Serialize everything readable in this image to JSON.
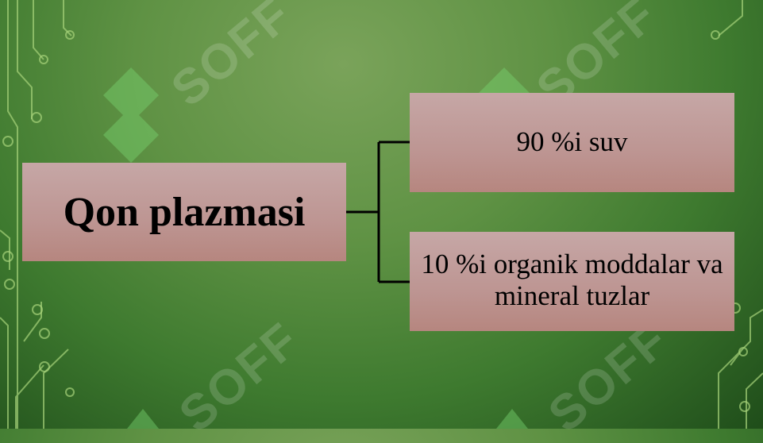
{
  "diagram": {
    "root": {
      "label": "Qon plazmasi"
    },
    "children": [
      {
        "label": "90 %i suv"
      },
      {
        "label": "10 %i organik moddalar va mineral tuzlar"
      }
    ]
  },
  "watermark": {
    "text": "SOFF"
  },
  "colors": {
    "background_light": "#7aa35a",
    "background_dark": "#1f4d1a",
    "box_fill": "#bd9592",
    "connector": "#000000"
  }
}
